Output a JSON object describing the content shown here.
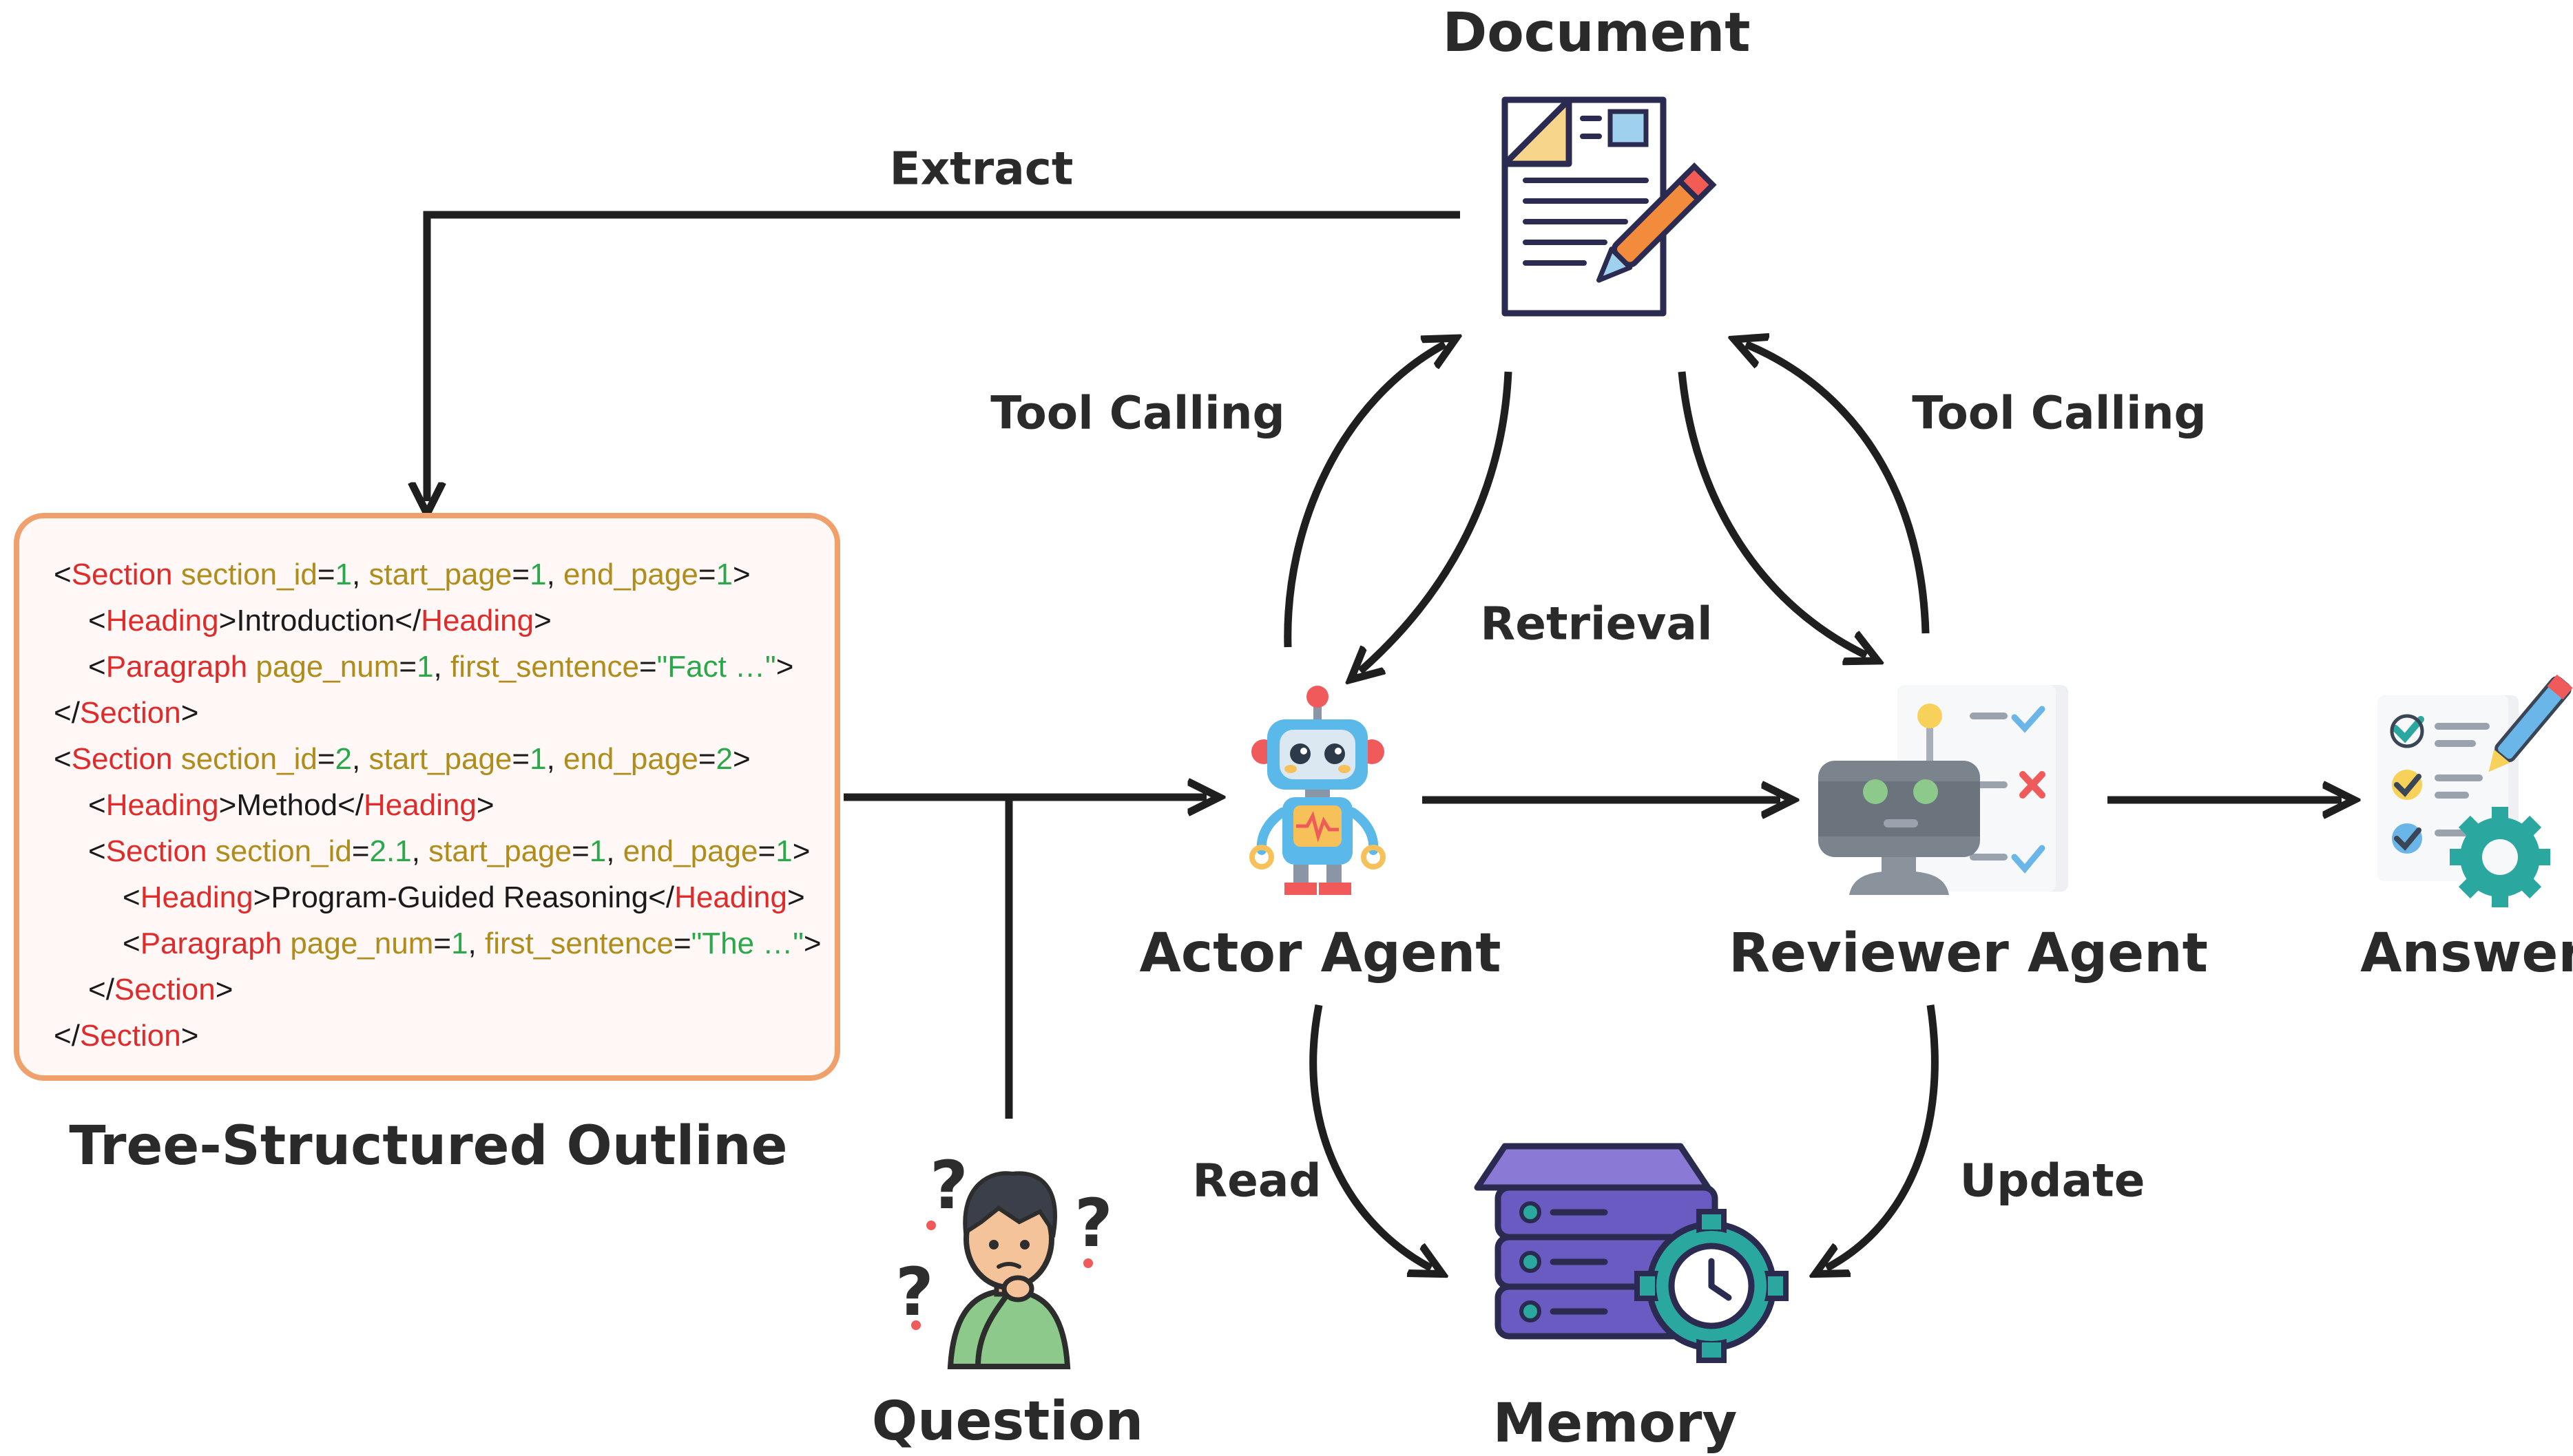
{
  "nodes": {
    "document": "Document",
    "actor": "Actor Agent",
    "reviewer": "Reviewer Agent",
    "answer": "Answer",
    "memory": "Memory",
    "question": "Question",
    "outline_title": "Tree-Structured Outline"
  },
  "edges": {
    "extract": "Extract",
    "tool_calling_left": "Tool Calling",
    "tool_calling_right": "Tool Calling",
    "retrieval": "Retrieval",
    "read": "Read",
    "update": "Update"
  },
  "outline": {
    "lines": [
      {
        "indent": 0,
        "tokens": [
          {
            "t": "<",
            "c": "pn"
          },
          {
            "t": "Section",
            "c": "tg"
          },
          {
            "t": " section_id",
            "c": "at"
          },
          {
            "t": "=",
            "c": "pn"
          },
          {
            "t": "1",
            "c": "nm"
          },
          {
            "t": ", ",
            "c": "pn"
          },
          {
            "t": "start_page",
            "c": "at"
          },
          {
            "t": "=",
            "c": "pn"
          },
          {
            "t": "1",
            "c": "nm"
          },
          {
            "t": ", ",
            "c": "pn"
          },
          {
            "t": "end_page",
            "c": "at"
          },
          {
            "t": "=",
            "c": "pn"
          },
          {
            "t": "1",
            "c": "nm"
          },
          {
            "t": ">",
            "c": "pn"
          }
        ]
      },
      {
        "indent": 1,
        "tokens": [
          {
            "t": "<",
            "c": "pn"
          },
          {
            "t": "Heading",
            "c": "tg"
          },
          {
            "t": ">",
            "c": "pn"
          },
          {
            "t": "Introduction",
            "c": "tx"
          },
          {
            "t": "</",
            "c": "pn"
          },
          {
            "t": "Heading",
            "c": "tg"
          },
          {
            "t": ">",
            "c": "pn"
          }
        ]
      },
      {
        "indent": 1,
        "tokens": [
          {
            "t": "<",
            "c": "pn"
          },
          {
            "t": "Paragraph",
            "c": "tg"
          },
          {
            "t": " page_num",
            "c": "at"
          },
          {
            "t": "=",
            "c": "pn"
          },
          {
            "t": "1",
            "c": "nm"
          },
          {
            "t": ", ",
            "c": "pn"
          },
          {
            "t": "first_sentence",
            "c": "at"
          },
          {
            "t": "=",
            "c": "pn"
          },
          {
            "t": "\"Fact …\"",
            "c": "nm"
          },
          {
            "t": ">",
            "c": "pn"
          }
        ]
      },
      {
        "indent": 0,
        "tokens": [
          {
            "t": "</",
            "c": "pn"
          },
          {
            "t": "Section",
            "c": "tg"
          },
          {
            "t": ">",
            "c": "pn"
          }
        ]
      },
      {
        "indent": 0,
        "tokens": [
          {
            "t": "<",
            "c": "pn"
          },
          {
            "t": "Section",
            "c": "tg"
          },
          {
            "t": " section_id",
            "c": "at"
          },
          {
            "t": "=",
            "c": "pn"
          },
          {
            "t": "2",
            "c": "nm"
          },
          {
            "t": ", ",
            "c": "pn"
          },
          {
            "t": "start_page",
            "c": "at"
          },
          {
            "t": "=",
            "c": "pn"
          },
          {
            "t": "1",
            "c": "nm"
          },
          {
            "t": ", ",
            "c": "pn"
          },
          {
            "t": "end_page",
            "c": "at"
          },
          {
            "t": "=",
            "c": "pn"
          },
          {
            "t": "2",
            "c": "nm"
          },
          {
            "t": ">",
            "c": "pn"
          }
        ]
      },
      {
        "indent": 1,
        "tokens": [
          {
            "t": "<",
            "c": "pn"
          },
          {
            "t": "Heading",
            "c": "tg"
          },
          {
            "t": ">",
            "c": "pn"
          },
          {
            "t": "Method",
            "c": "tx"
          },
          {
            "t": "</",
            "c": "pn"
          },
          {
            "t": "Heading",
            "c": "tg"
          },
          {
            "t": ">",
            "c": "pn"
          }
        ]
      },
      {
        "indent": 1,
        "tokens": [
          {
            "t": "<",
            "c": "pn"
          },
          {
            "t": "Section",
            "c": "tg"
          },
          {
            "t": " section_id",
            "c": "at"
          },
          {
            "t": "=",
            "c": "pn"
          },
          {
            "t": "2.1",
            "c": "nm"
          },
          {
            "t": ", ",
            "c": "pn"
          },
          {
            "t": "start_page",
            "c": "at"
          },
          {
            "t": "=",
            "c": "pn"
          },
          {
            "t": "1",
            "c": "nm"
          },
          {
            "t": ", ",
            "c": "pn"
          },
          {
            "t": "end_page",
            "c": "at"
          },
          {
            "t": "=",
            "c": "pn"
          },
          {
            "t": "1",
            "c": "nm"
          },
          {
            "t": ">",
            "c": "pn"
          }
        ]
      },
      {
        "indent": 2,
        "tokens": [
          {
            "t": "<",
            "c": "pn"
          },
          {
            "t": "Heading",
            "c": "tg"
          },
          {
            "t": ">",
            "c": "pn"
          },
          {
            "t": "Program-Guided Reasoning",
            "c": "tx"
          },
          {
            "t": "</",
            "c": "pn"
          },
          {
            "t": "Heading",
            "c": "tg"
          },
          {
            "t": ">",
            "c": "pn"
          }
        ]
      },
      {
        "indent": 2,
        "tokens": [
          {
            "t": "<",
            "c": "pn"
          },
          {
            "t": "Paragraph",
            "c": "tg"
          },
          {
            "t": " page_num",
            "c": "at"
          },
          {
            "t": "=",
            "c": "pn"
          },
          {
            "t": "1",
            "c": "nm"
          },
          {
            "t": ", ",
            "c": "pn"
          },
          {
            "t": "first_sentence",
            "c": "at"
          },
          {
            "t": "=",
            "c": "pn"
          },
          {
            "t": "\"The …\"",
            "c": "nm"
          },
          {
            "t": ">",
            "c": "pn"
          }
        ]
      },
      {
        "indent": 1,
        "tokens": [
          {
            "t": "</",
            "c": "pn"
          },
          {
            "t": "Section",
            "c": "tg"
          },
          {
            "t": ">",
            "c": "pn"
          }
        ]
      },
      {
        "indent": 0,
        "tokens": [
          {
            "t": "</",
            "c": "pn"
          },
          {
            "t": "Section",
            "c": "tg"
          },
          {
            "t": ">",
            "c": "pn"
          }
        ]
      }
    ]
  },
  "colors": {
    "outline_border": "#f0a06a",
    "tag": "#e02b2b",
    "attribute": "#b08d1a",
    "value": "#2aa84a",
    "arrow": "#1f1f1f"
  },
  "icons": {
    "document": "document-pen-icon",
    "actor": "robot-icon",
    "reviewer": "reviewer-robot-checklist-icon",
    "answer": "checklist-gear-icon",
    "memory": "server-clock-icon",
    "question": "confused-person-icon"
  }
}
